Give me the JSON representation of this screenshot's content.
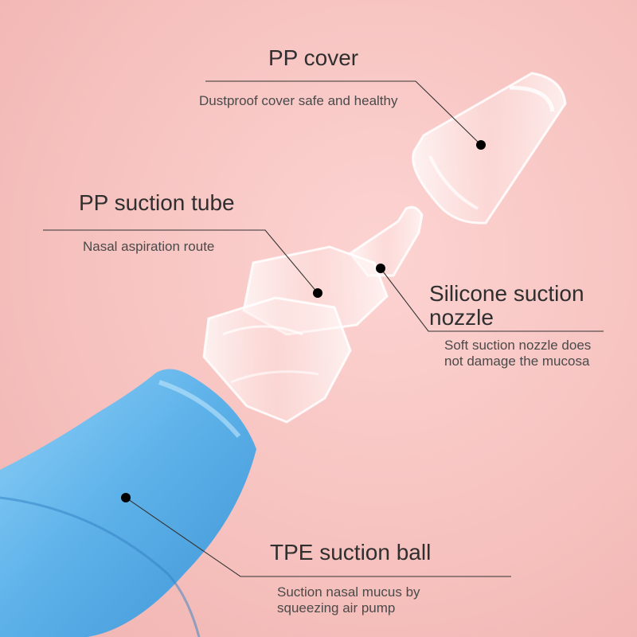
{
  "labels": {
    "cover": {
      "title": "PP cover",
      "description": "Dustproof cover safe and healthy"
    },
    "tube": {
      "title": "PP suction tube",
      "description": "Nasal aspiration route"
    },
    "nozzle": {
      "title_line1": "Silicone suction",
      "title_line2": "nozzle",
      "description_line1": "Soft suction nozzle does",
      "description_line2": "not damage the mucosa"
    },
    "ball": {
      "title": "TPE suction ball",
      "description_line1": "Suction nasal mucus by",
      "description_line2": "squeezing air pump"
    }
  },
  "colors": {
    "background": "#f6c2bf",
    "bulb": "#5fb3ea",
    "text": "#2f2f2f",
    "leader_line": "#333333",
    "dot": "#000000"
  }
}
